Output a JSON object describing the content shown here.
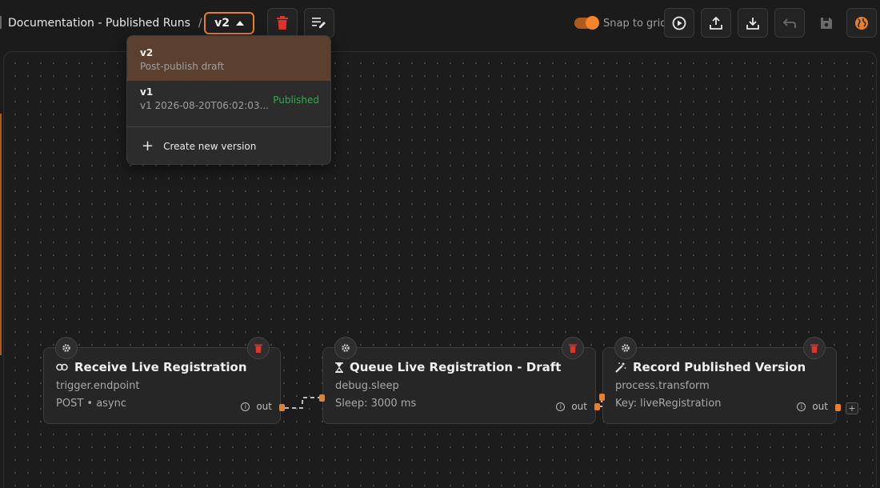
{
  "breadcrumb": {
    "workflow": "Documentation - Published Runs",
    "separator": "/"
  },
  "version_select": {
    "current": "v2"
  },
  "toolbar": {
    "snap_label": "Snap to grid",
    "snap_enabled": true
  },
  "version_menu": {
    "items": [
      {
        "title": "v2",
        "subtitle": "Post-publish draft",
        "badge": ""
      },
      {
        "title": "v1",
        "subtitle": "v1 2026-08-20T06:02:03...",
        "badge": "Published"
      }
    ],
    "create_label": "Create new version"
  },
  "nodes": [
    {
      "title": "Receive Live Registration",
      "type": "trigger.endpoint",
      "detail": "POST • async",
      "port_label": "out",
      "icon": "link-icon"
    },
    {
      "title": "Queue Live Registration - Draft",
      "type": "debug.sleep",
      "detail": "Sleep: 3000 ms",
      "port_label": "out",
      "icon": "hourglass-icon"
    },
    {
      "title": "Record Published Version",
      "type": "process.transform",
      "detail": "Key: liveRegistration",
      "port_label": "out",
      "icon": "magic-wand-icon"
    }
  ],
  "add_port_label": "+",
  "colors": {
    "accent": "#e8802a",
    "delete": "#e0342b",
    "published": "#35a84f",
    "selected_item": "#5b4030"
  }
}
